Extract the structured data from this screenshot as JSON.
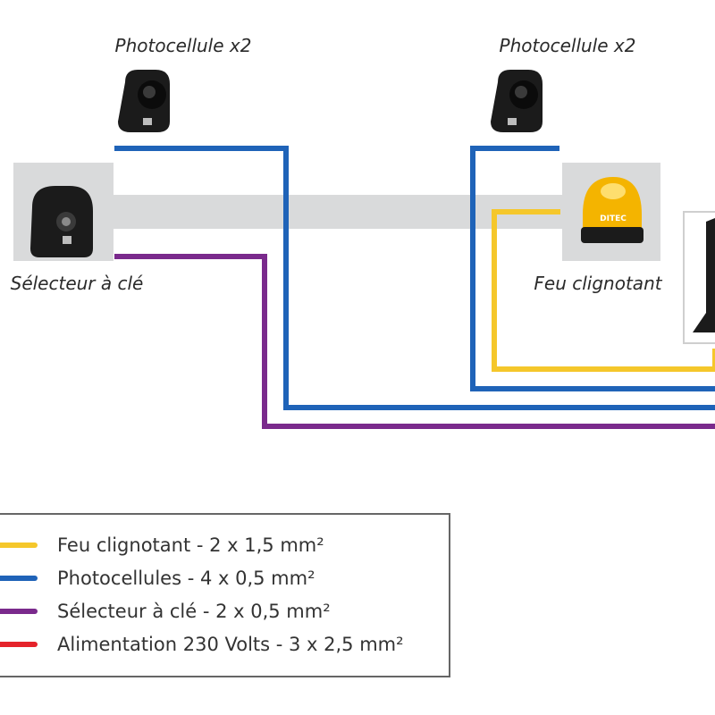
{
  "labels": {
    "photocell_left": "Photocellule x2",
    "photocell_right": "Photocellule x2",
    "key_selector": "Sélecteur à clé",
    "flashing_light": "Feu clignotant",
    "lamp_brand": "DITEC"
  },
  "colors": {
    "yellow": "#F5C72B",
    "blue": "#1F63B8",
    "purple": "#7A2A8C",
    "red": "#E5232B",
    "wall": "#D9DADB",
    "device_dark": "#1b1b1b"
  },
  "legend": [
    {
      "text": "Feu clignotant - 2 x 1,5 mm²",
      "color": "#F5C72B"
    },
    {
      "text": "Photocellules - 4 x 0,5 mm²",
      "color": "#1F63B8"
    },
    {
      "text": "Sélecteur à clé - 2 x 0,5 mm²",
      "color": "#7A2A8C"
    },
    {
      "text": "Alimentation 230 Volts - 3 x 2,5 mm²",
      "color": "#E5232B"
    }
  ]
}
